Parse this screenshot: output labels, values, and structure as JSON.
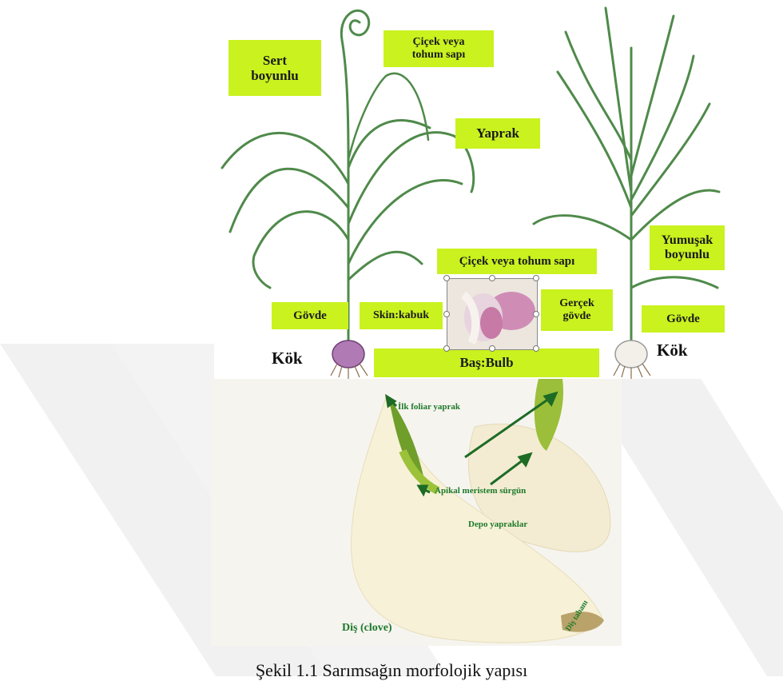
{
  "labels": {
    "sert_boyunlu": "Sert\nboyunlu",
    "cicek_tohum_sapi_top": "Çiçek veya\ntohum sapı",
    "yaprak": "Yaprak",
    "cicek_tohum_sapi_mid": "Çiçek veya tohum sapı",
    "yumusak_boyunlu": "Yumuşak\nboyunlu",
    "govde_left": "Gövde",
    "skin_kabuk": "Skin:kabuk",
    "gercek_govde": "Gerçek\ngövde",
    "govde_right": "Gövde",
    "kok_left": "Kök",
    "kok_right": "Kök",
    "bas_bulb": "Baş:Bulb"
  },
  "clove_labels": {
    "ilk_foliar_yaprak": "İlk foliar yaprak",
    "apikal_meristem": "Apikal meristem sürgün",
    "depo_yapraklar": "Depo yapraklar",
    "dis_clove": "Diş (clove)",
    "dis_tabani": "Diş tabanı"
  },
  "caption": "Şekil 1.1 Sarımsağın morfolojik yapısı",
  "colors": {
    "label_bg": "#c9f21f",
    "annotation_green": "#1c7a2a",
    "plant_green": "#4f8a4a",
    "bulb_purple": "#a86aa8"
  }
}
